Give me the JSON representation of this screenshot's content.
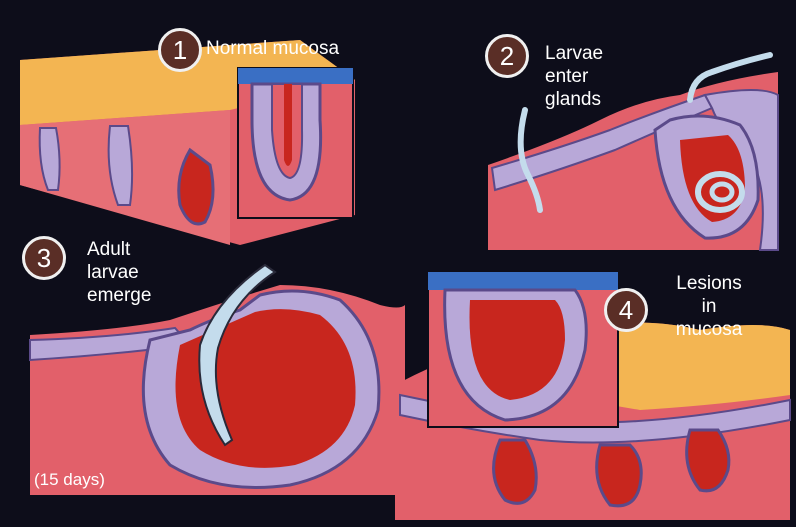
{
  "stages": [
    {
      "number": "1",
      "label_lines": [
        "Normal mucosa"
      ]
    },
    {
      "number": "2",
      "label_lines": [
        "Larvae",
        "enter",
        "glands"
      ]
    },
    {
      "number": "3",
      "label_lines": [
        "Adult",
        "larvae",
        "emerge"
      ]
    },
    {
      "number": "4",
      "label_lines": [
        "Lesions",
        "in",
        "mucosa"
      ]
    }
  ],
  "duration_note": "(15 days)",
  "colors": {
    "background": "#0d0d1a",
    "badge_fill": "#5a2e26",
    "tissue_pink": "#e2606a",
    "lumen_red": "#c8261e",
    "cell_lavender": "#b8a8d8",
    "surface_yellow": "#f3b552",
    "lumen_blue": "#3a6fc4",
    "larva": "#c4dcec"
  }
}
